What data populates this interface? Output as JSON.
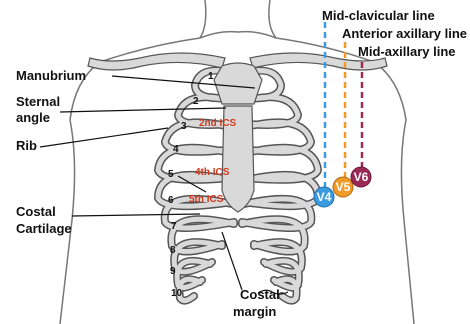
{
  "lines": {
    "mid_clavicular": "Mid-clavicular line",
    "anterior_axillary": "Anterior axillary line",
    "mid_axillary": "Mid-axillary line"
  },
  "labels": {
    "manubrium": "Manubrium",
    "sternal_angle_1": "Sternal",
    "sternal_angle_2": "angle",
    "rib": "Rib",
    "costal_cartilage_1": "Costal",
    "costal_cartilage_2": "Cartilage",
    "costal_margin_1": "Costal",
    "costal_margin_2": "margin"
  },
  "rib_numbers": [
    "1",
    "2",
    "3",
    "4",
    "5",
    "6",
    "7",
    "8",
    "9",
    "10"
  ],
  "ics": {
    "second": "2nd ICS",
    "fourth": "4th ICS",
    "fifth": "5th ICS"
  },
  "leads": {
    "v4": "V4",
    "v5": "V5",
    "v6": "V6"
  },
  "colors": {
    "mid_clavicular": "#3a9be0",
    "anterior_axillary": "#f09a28",
    "mid_axillary": "#9a2a55",
    "ics_text": "#d23a1e",
    "bone_fill": "#d9d9d9",
    "bone_stroke": "#555555"
  }
}
